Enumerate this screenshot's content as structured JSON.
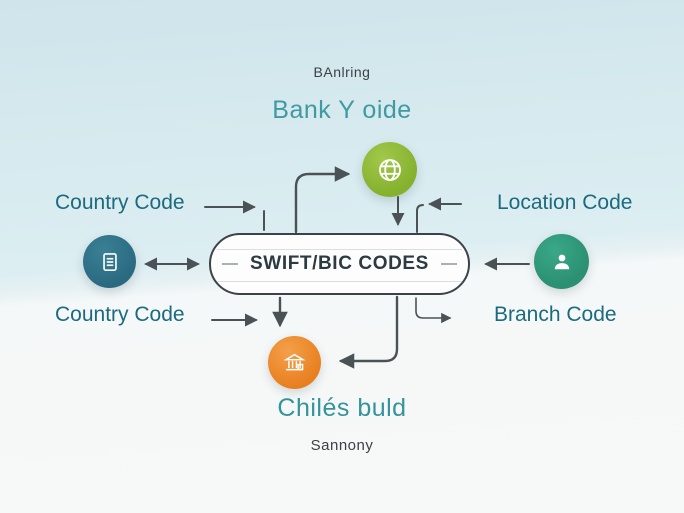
{
  "header": {
    "small_label": "BAnlring",
    "title": "Bank Y oide"
  },
  "center_box": {
    "label": "SWIFT/BIC CODES"
  },
  "labels": {
    "top_left": "Country Code",
    "top_right": "Location Code",
    "bottom_left": "Country Code",
    "bottom_right": "Branch Code"
  },
  "footer": {
    "title": "Chilés buld",
    "small_label": "Sannony"
  },
  "icons": [
    {
      "name": "globe-icon",
      "color": "#84b12e"
    },
    {
      "name": "document-icon",
      "color": "#2a6a81"
    },
    {
      "name": "person-icon",
      "color": "#2b8f72"
    },
    {
      "name": "bank-building-icon",
      "color": "#e87f1f"
    }
  ],
  "colors": {
    "background_top": "#cfe5eb",
    "background_bottom": "#f7f9f8",
    "teal_title": "#3f9aa2",
    "teal_label": "#1d6a7e",
    "arrow": "#4b5256",
    "box_border": "#3b4248"
  }
}
